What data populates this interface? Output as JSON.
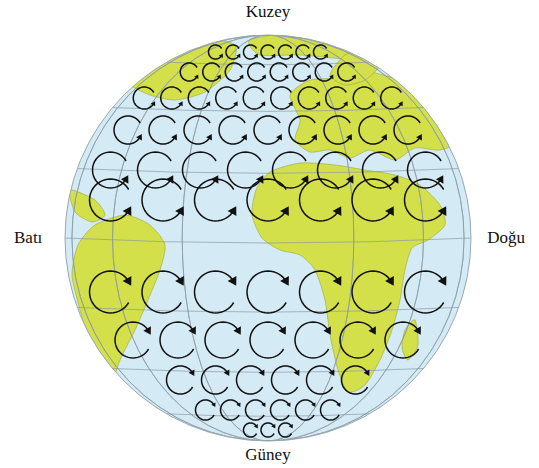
{
  "diagram": {
    "labels": [
      "Kuzey",
      "Batı",
      "Doğu",
      "Güney"
    ]
  }
}
